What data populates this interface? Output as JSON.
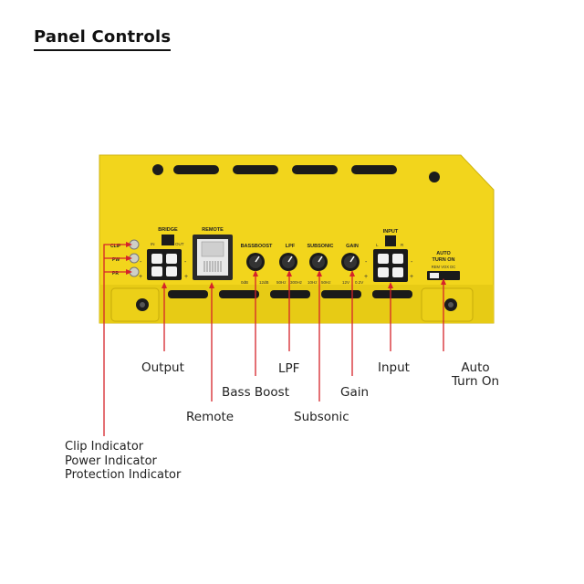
{
  "title": "Panel Controls",
  "panel": {
    "bridge_label": "BRIDGE",
    "bridge_in": "IN",
    "bridge_out": "OUT",
    "remote_label": "REMOTE",
    "led_clip": "CLIP",
    "led_pw": "PW",
    "led_pr": "PR",
    "bassboost_label": "BASSBOOST",
    "bassboost_min": "0dB",
    "bassboost_max": "12dB",
    "lpf_label": "LPF",
    "lpf_min": "50Hz",
    "lpf_max": "300Hz",
    "subsonic_label": "SUBSONIC",
    "subsonic_min": "10Hz",
    "subsonic_max": "50Hz",
    "gain_label": "GAIN",
    "gain_min": "12V",
    "gain_max": "0.2V",
    "input_label": "INPUT",
    "input_l": "L",
    "input_r": "R",
    "auto_label_1": "AUTO",
    "auto_label_2": "TURN ON",
    "auto_opts": "REM  VOX  DC"
  },
  "callouts": {
    "output": "Output",
    "remote": "Remote",
    "bass_boost": "Bass Boost",
    "lpf": "LPF",
    "subsonic": "Subsonic",
    "gain": "Gain",
    "input": "Input",
    "auto_turn_on_1": "Auto",
    "auto_turn_on_2": "Turn On"
  },
  "indicators": [
    "Clip Indicator",
    "Power Indicator",
    "Protection Indicator"
  ],
  "colors": {
    "amp_body": "#f2d51c",
    "amp_shade": "#d8bd10",
    "leader_line": "#d6232a",
    "slot": "#1a1a1a"
  }
}
